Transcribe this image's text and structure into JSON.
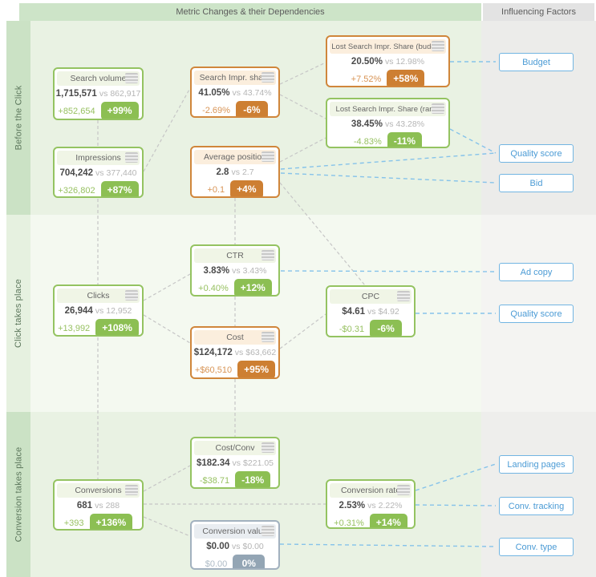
{
  "header": {
    "main": "Metric Changes & their Dependencies",
    "right": "Influencing Factors"
  },
  "labels": {
    "vs": "vs"
  },
  "bands": [
    {
      "label": "Before the Click"
    },
    {
      "label": "Click takes place"
    },
    {
      "label": "Conversion takes place"
    }
  ],
  "cards": [
    {
      "title": "Search volume",
      "current": "1,715,571",
      "previous": "862,917",
      "delta": "+852,654",
      "pct": "+99%",
      "tone": "green"
    },
    {
      "title": "Impressions",
      "current": "704,242",
      "previous": "377,440",
      "delta": "+326,802",
      "pct": "+87%",
      "tone": "green"
    },
    {
      "title": "Search Impr. share",
      "current": "41.05%",
      "previous": "43.74%",
      "delta": "-2.69%",
      "pct": "-6%",
      "tone": "orange"
    },
    {
      "title": "Average position",
      "current": "2.8",
      "previous": "2.7",
      "delta": "+0.1",
      "pct": "+4%",
      "tone": "orange"
    },
    {
      "title": "Lost Search Impr. Share (budget)",
      "current": "20.50%",
      "previous": "12.98%",
      "delta": "+7.52%",
      "pct": "+58%",
      "tone": "orange"
    },
    {
      "title": "Lost Search Impr. Share (rank)",
      "current": "38.45%",
      "previous": "43.28%",
      "delta": "-4.83%",
      "pct": "-11%",
      "tone": "green"
    },
    {
      "title": "CTR",
      "current": "3.83%",
      "previous": "3.43%",
      "delta": "+0.40%",
      "pct": "+12%",
      "tone": "green"
    },
    {
      "title": "Clicks",
      "current": "26,944",
      "previous": "12,952",
      "delta": "+13,992",
      "pct": "+108%",
      "tone": "green"
    },
    {
      "title": "CPC",
      "current": "$4.61",
      "previous": "$4.92",
      "delta": "-$0.31",
      "pct": "-6%",
      "tone": "green"
    },
    {
      "title": "Cost",
      "current": "$124,172",
      "previous": "$63,662",
      "delta": "+$60,510",
      "pct": "+95%",
      "tone": "orange"
    },
    {
      "title": "Cost/Conv",
      "current": "$182.34",
      "previous": "$221.05",
      "delta": "-$38.71",
      "pct": "-18%",
      "tone": "green"
    },
    {
      "title": "Conversions",
      "current": "681",
      "previous": "288",
      "delta": "+393",
      "pct": "+136%",
      "tone": "green"
    },
    {
      "title": "Conversion rate",
      "current": "2.53%",
      "previous": "2.22%",
      "delta": "+0.31%",
      "pct": "+14%",
      "tone": "green"
    },
    {
      "title": "Conversion value",
      "current": "$0.00",
      "previous": "$0.00",
      "delta": "$0.00",
      "pct": "0%",
      "tone": "neutral"
    }
  ],
  "factors": [
    {
      "label": "Budget"
    },
    {
      "label": "Quality score"
    },
    {
      "label": "Bid"
    },
    {
      "label": "Ad copy"
    },
    {
      "label": "Quality score"
    },
    {
      "label": "Landing pages"
    },
    {
      "label": "Conv. tracking"
    },
    {
      "label": "Conv. type"
    }
  ],
  "colors": {
    "positive_green": "#8cbf53",
    "negative_orange": "#cd7f32",
    "neutral_gray": "#93a5b4",
    "factor_blue": "#4b9bd5",
    "wire_gray": "#c6c6c6",
    "wire_blue": "#86c3ea",
    "band_green": "#e9f2e3",
    "header_green": "#cde4c8"
  }
}
